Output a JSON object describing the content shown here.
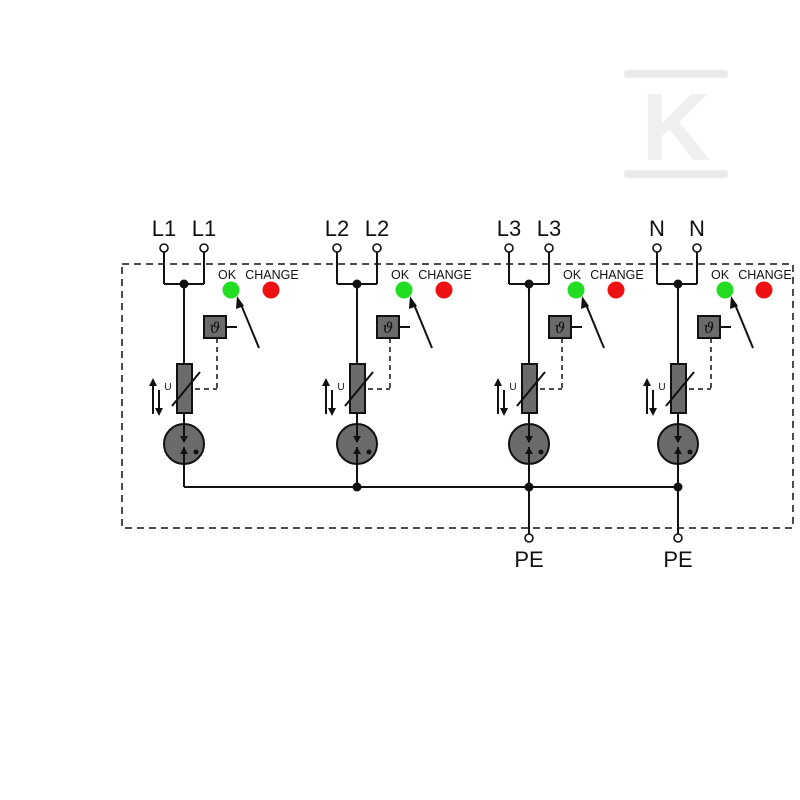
{
  "watermark": {
    "letter": "K",
    "color": "#e6e6e6"
  },
  "led_colors": {
    "ok": "#22dd22",
    "change": "#ee1111"
  },
  "body_color": "#6b6b6b",
  "modules": [
    {
      "terminal_a": "L1",
      "terminal_b": "L1",
      "ok_label": "OK",
      "change_label": "CHANGE",
      "thermal_symbol": "ϑ",
      "varistor_symbol": "U"
    },
    {
      "terminal_a": "L2",
      "terminal_b": "L2",
      "ok_label": "OK",
      "change_label": "CHANGE",
      "thermal_symbol": "ϑ",
      "varistor_symbol": "U"
    },
    {
      "terminal_a": "L3",
      "terminal_b": "L3",
      "ok_label": "OK",
      "change_label": "CHANGE",
      "thermal_symbol": "ϑ",
      "varistor_symbol": "U"
    },
    {
      "terminal_a": "N",
      "terminal_b": "N",
      "ok_label": "OK",
      "change_label": "CHANGE",
      "thermal_symbol": "ϑ",
      "varistor_symbol": "U"
    }
  ],
  "pe_terminals": [
    "PE",
    "PE"
  ]
}
